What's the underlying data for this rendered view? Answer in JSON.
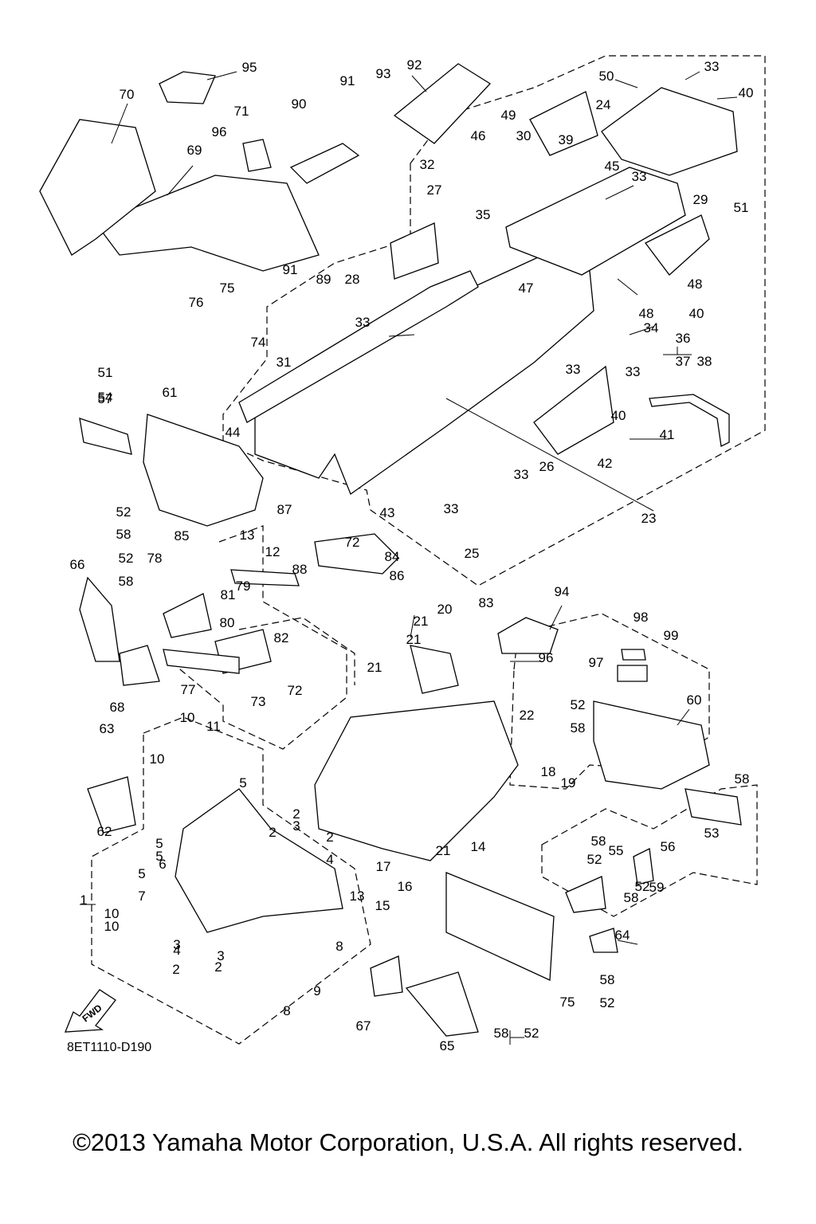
{
  "diagram": {
    "callouts": [
      "1",
      "2",
      "2",
      "2",
      "2",
      "2",
      "3",
      "3",
      "3",
      "4",
      "4",
      "5",
      "5",
      "5",
      "5",
      "6",
      "7",
      "8",
      "8",
      "9",
      "10",
      "10",
      "10",
      "10",
      "11",
      "12",
      "13",
      "13",
      "14",
      "15",
      "16",
      "17",
      "18",
      "19",
      "20",
      "21",
      "21",
      "21",
      "21",
      "22",
      "23",
      "24",
      "25",
      "26",
      "27",
      "28",
      "29",
      "30",
      "31",
      "32",
      "33",
      "33",
      "33",
      "33",
      "33",
      "33",
      "33",
      "34",
      "35",
      "36",
      "37",
      "38",
      "39",
      "40",
      "40",
      "40",
      "41",
      "42",
      "43",
      "44",
      "45",
      "46",
      "47",
      "48",
      "48",
      "49",
      "50",
      "51",
      "51",
      "52",
      "52",
      "52",
      "52",
      "52",
      "52",
      "52",
      "53",
      "54",
      "55",
      "56",
      "57",
      "58",
      "58",
      "58",
      "58",
      "58",
      "58",
      "58",
      "58",
      "59",
      "60",
      "61",
      "62",
      "63",
      "64",
      "65",
      "66",
      "67",
      "68",
      "69",
      "70",
      "71",
      "72",
      "72",
      "73",
      "74",
      "75",
      "75",
      "76",
      "77",
      "78",
      "79",
      "80",
      "81",
      "82",
      "83",
      "84",
      "85",
      "86",
      "87",
      "88",
      "89",
      "90",
      "91",
      "91",
      "92",
      "93",
      "94",
      "95",
      "96",
      "96",
      "97",
      "98",
      "99"
    ],
    "fwd_label": "FWD",
    "drawing_code": "8ET1110-D190"
  },
  "footer": {
    "copyright": "©2013 Yamaha Motor Corporation, U.S.A. All rights reserved."
  }
}
